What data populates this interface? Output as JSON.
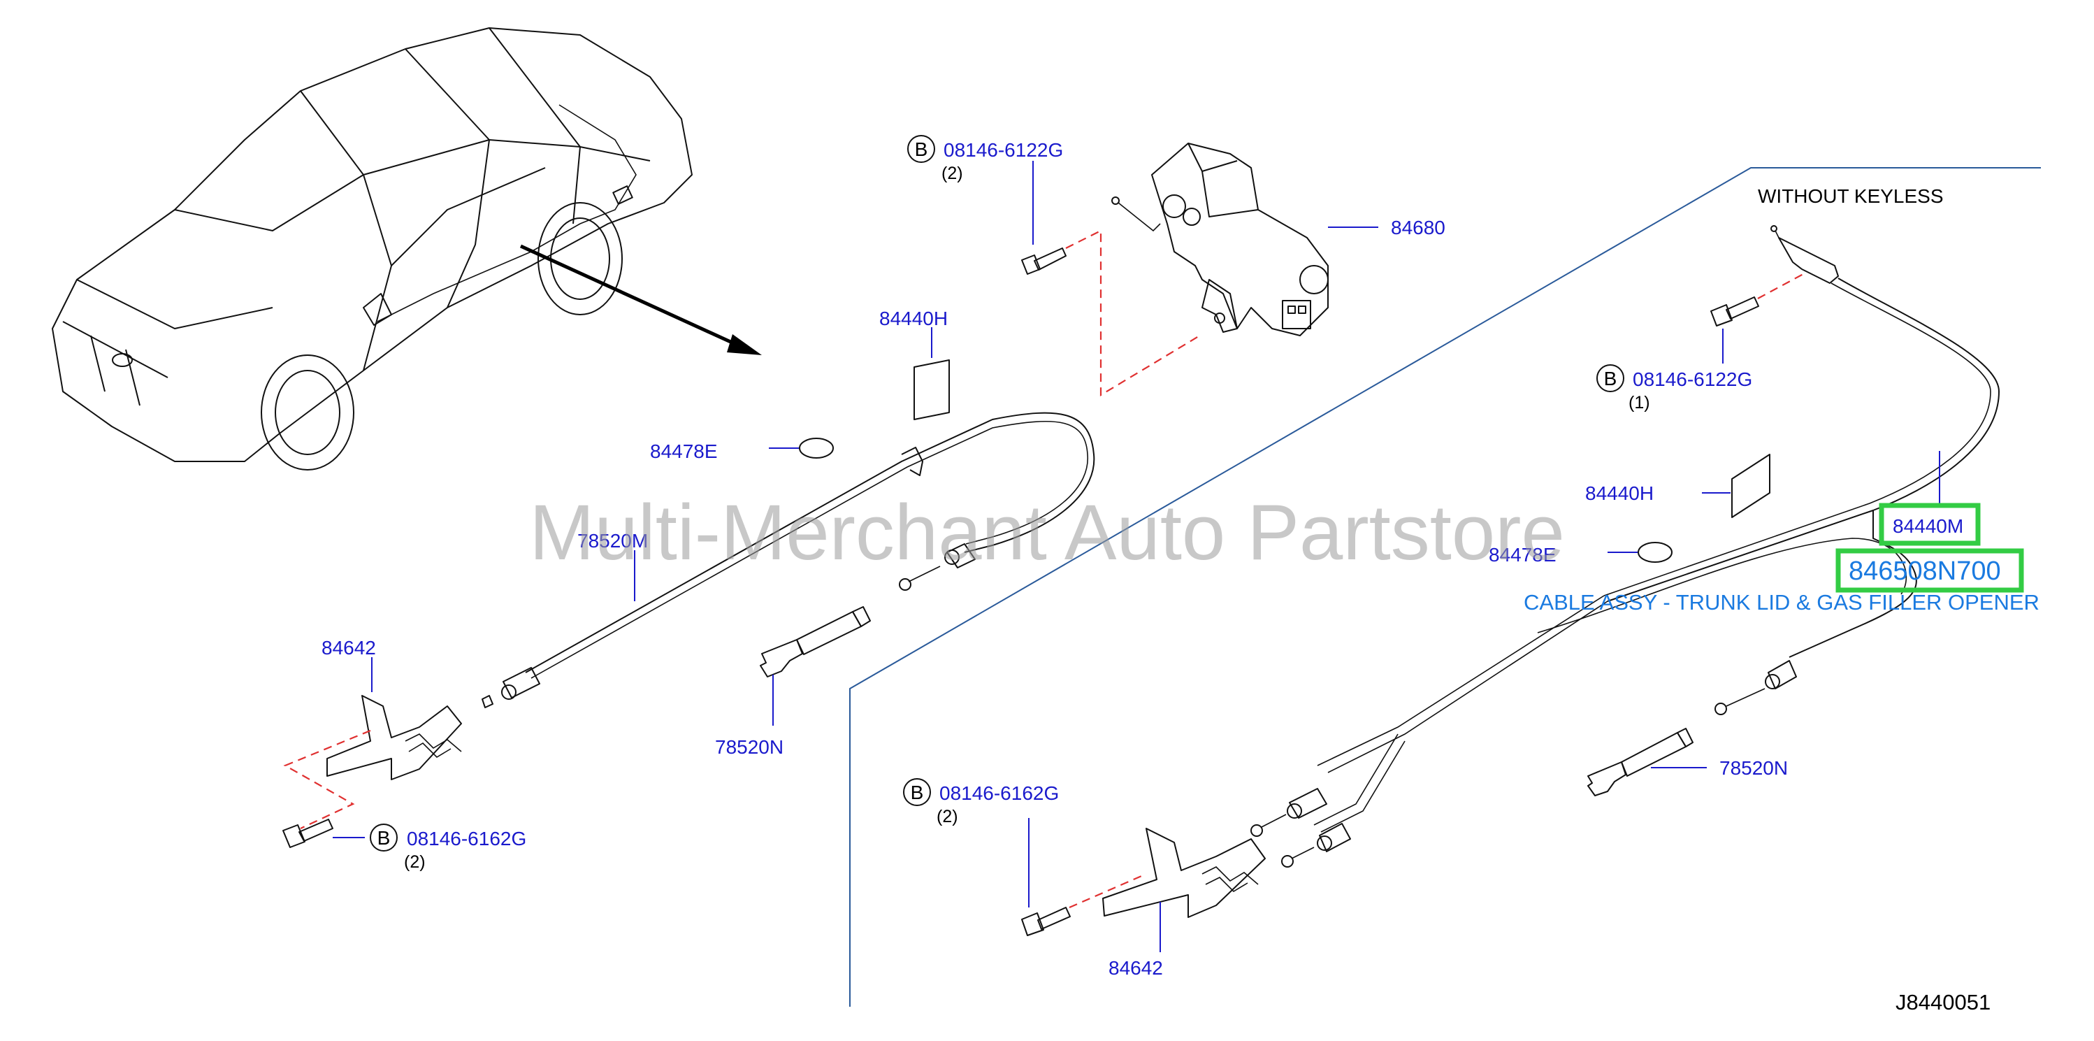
{
  "diagram": {
    "watermark": "Multi-Merchant Auto Partstore",
    "diagram_code": "J8440051",
    "variant_label": "WITHOUT   KEYLESS",
    "bolt_marker": "B",
    "labels": {
      "bolt_top": "08146-6122G",
      "bolt_top_qty": "(2)",
      "lock": "84680",
      "label_left": "84440H",
      "plug_left": "84478E",
      "cable_left": "78520M",
      "lever_left": "84642",
      "bolt_left": "08146-6162G",
      "bolt_left_qty": "(2)",
      "handle_left": "78520N",
      "bolt_right_top": "08146-6122G",
      "bolt_right_top_qty": "(1)",
      "label_right": "84440H",
      "plug_right": "84478E",
      "cable_right_top": "84440M",
      "cable_assy_number": "846508N700",
      "cable_assy_desc": "CABLE ASSY - TRUNK LID & GAS FILLER OPENER",
      "handle_right": "78520N",
      "bolt_bottom": "08146-6162G",
      "bolt_bottom_qty": "(2)",
      "lever_bottom": "84642"
    },
    "colors": {
      "label_blue": "#1a1acc",
      "desc_blue": "#1a7ae0",
      "highlight_green": "#33cc44",
      "dash_red": "#e03030",
      "frame_blue": "#2a5a9a"
    }
  }
}
